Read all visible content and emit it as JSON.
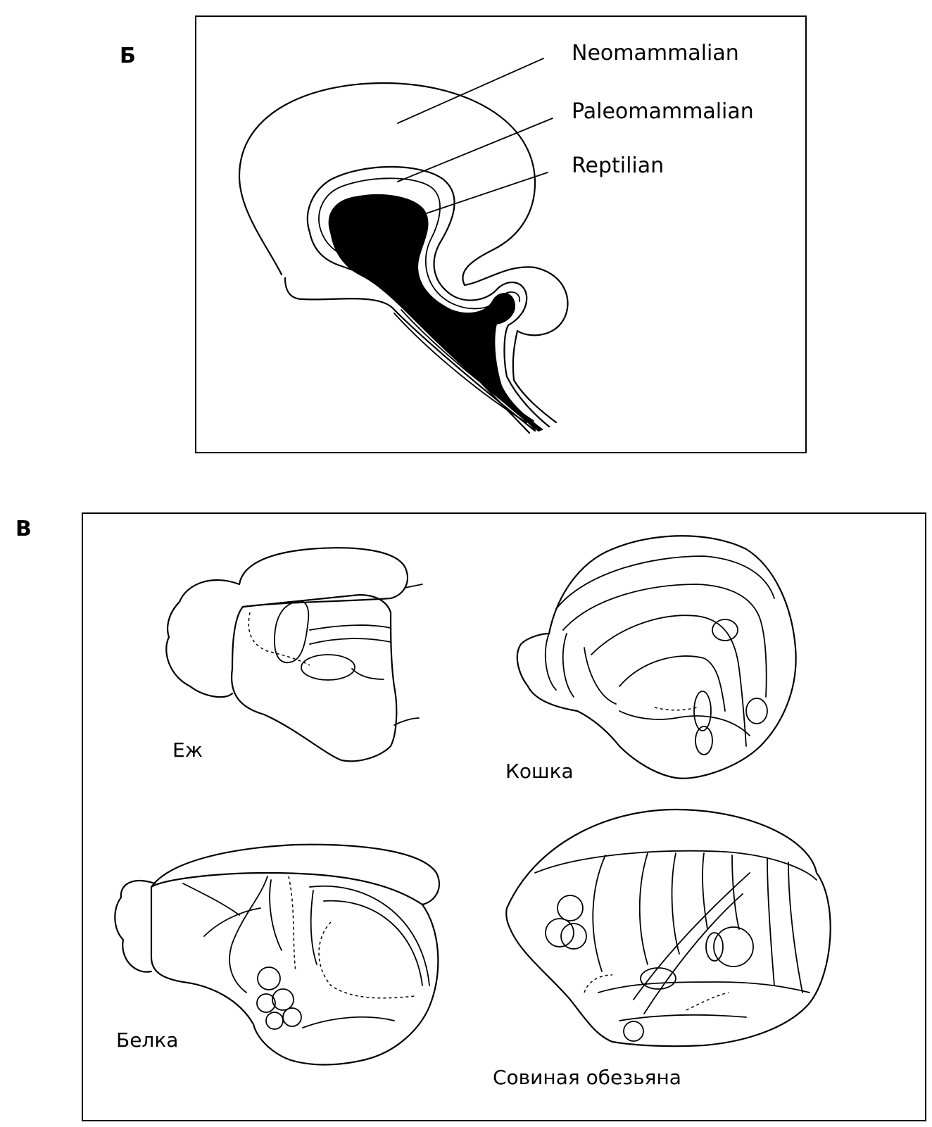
{
  "panel_b": {
    "letter": "Б",
    "labels": {
      "neomammalian": "Neomammalian",
      "paleomammalian": "Paleomammalian",
      "reptilian": "Reptilian"
    }
  },
  "panel_v": {
    "letter": "В",
    "labels": {
      "hedgehog": "Еж",
      "cat": "Кошка",
      "squirrel": "Белка",
      "owl_monkey": "Совиная обезьяна"
    }
  }
}
